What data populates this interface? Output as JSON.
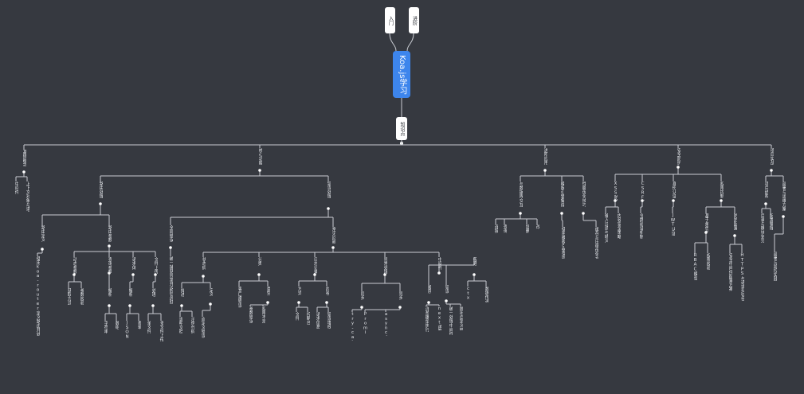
{
  "root": {
    "label": "Koa.js学习"
  },
  "top_notes": [
    {
      "id": "note-left",
      "label": "入门"
    },
    {
      "id": "note-right",
      "label": "进阶"
    }
  ],
  "hub": {
    "label": "知识点"
  },
  "nodes": [
    {
      "id": "b1",
      "label": "基础概念"
    },
    {
      "id": "b1a",
      "label": "中间件"
    },
    {
      "id": "b1b",
      "label": "上下文对象与请求响应"
    },
    {
      "id": "b2",
      "label": "核心功能"
    },
    {
      "id": "b2a",
      "label": "路由处理"
    },
    {
      "id": "b2a1",
      "label": "路由定义"
    },
    {
      "id": "b2a1x",
      "label": "使用koa-router定义路由并处理请求参数与响应"
    },
    {
      "id": "b2a2",
      "label": "路由参数"
    },
    {
      "id": "b2a2a",
      "label": "动态参数"
    },
    {
      "id": "b2a2a1",
      "label": "获取方式"
    },
    {
      "id": "b2a2a2",
      "label": "参数校验"
    },
    {
      "id": "b2a2b",
      "label": "查询参数"
    },
    {
      "id": "b2a2b1",
      "label": "解析"
    },
    {
      "id": "b2a2b1a",
      "label": "字符串"
    },
    {
      "id": "b2a2b1b",
      "label": "数组"
    },
    {
      "id": "b2a2c",
      "label": "请求体"
    },
    {
      "id": "b2a2c1",
      "label": "解析"
    },
    {
      "id": "b2a2c1a",
      "label": "JSON"
    },
    {
      "id": "b2a2c1b",
      "label": "表单"
    },
    {
      "id": "b2a2d",
      "label": "文件上传"
    },
    {
      "id": "b2a2d1",
      "label": "处理"
    },
    {
      "id": "b2a2d1a",
      "label": "单文件"
    },
    {
      "id": "b2a2d1b",
      "label": "多文件上传处理"
    },
    {
      "id": "b2b",
      "label": "错误处理"
    },
    {
      "id": "b2b1",
      "label": "全局错误"
    },
    {
      "id": "b2b1x",
      "label": "统一捕获异常并返回友好信息"
    },
    {
      "id": "b2b2",
      "label": "常见问题"
    },
    {
      "id": "b2b2a",
      "label": "状态码"
    },
    {
      "id": "b2b2a1",
      "label": "描述"
    },
    {
      "id": "b2b2a1a",
      "label": "说明文档"
    },
    {
      "id": "b2b2a1b",
      "label": "示例代码"
    },
    {
      "id": "b2b2a1c",
      "label": "返回格式"
    },
    {
      "id": "b2b2a1d",
      "label": "错误码表"
    },
    {
      "id": "b2b2a2",
      "label": "定义"
    },
    {
      "id": "b2b2a2a",
      "label": "自定义错误"
    },
    {
      "id": "b2b2b",
      "label": "分类"
    },
    {
      "id": "b2b2b1",
      "label": "客户端错误"
    },
    {
      "id": "b2b2b2",
      "label": "类型"
    },
    {
      "id": "b2b2b2a",
      "label": "参数错误"
    },
    {
      "id": "b2b2b2b",
      "label": "权限不足"
    },
    {
      "id": "b2b2c",
      "label": "日志记录"
    },
    {
      "id": "b2b2c1",
      "label": "方式"
    },
    {
      "id": "b2b2c1a",
      "label": "文件"
    },
    {
      "id": "b2b2c1b",
      "label": "控制台"
    },
    {
      "id": "b2b2c2",
      "label": "内容"
    },
    {
      "id": "b2b2c2a",
      "label": "请求信息"
    },
    {
      "id": "b2b2c2b",
      "label": "错误堆栈"
    },
    {
      "id": "b2b2d",
      "label": "异常处理"
    },
    {
      "id": "b2b2d1",
      "label": "同步"
    },
    {
      "id": "b2b2d1a",
      "label": "try-catch"
    },
    {
      "id": "b2b2d2",
      "label": "异步"
    },
    {
      "id": "b2b2d2a",
      "label": "Promise"
    },
    {
      "id": "b2b2d2b",
      "label": "async/await"
    },
    {
      "id": "b2b2e",
      "label": "中间件"
    },
    {
      "id": "b2b2e1",
      "label": "顺序"
    },
    {
      "id": "b2b2e1a",
      "label": "洋葱模型执行"
    },
    {
      "id": "b2b2e1b",
      "label": "next函数"
    },
    {
      "id": "b2b2e2",
      "label": "错误"
    },
    {
      "id": "b2b2e2a",
      "label": "统一处理中间件"
    },
    {
      "id": "b2b2e2b",
      "label": "抛出自定义错误"
    },
    {
      "id": "b2b2e3",
      "label": "传递"
    },
    {
      "id": "b2b2e3a",
      "label": "ctx.state共享"
    },
    {
      "id": "b2b2e3b",
      "label": "数据传递示例"
    },
    {
      "id": "b3",
      "label": "进阶应用"
    },
    {
      "id": "b3a",
      "label": "与数据库交互"
    },
    {
      "id": "b3a1",
      "label": "连接"
    },
    {
      "id": "b3a2",
      "label": "查询"
    },
    {
      "id": "b3a3",
      "label": "增删"
    },
    {
      "id": "b3a4",
      "label": "改"
    },
    {
      "id": "b3b",
      "label": "模板引擎集成"
    },
    {
      "id": "b3b1",
      "label": "使用模板引擎渲染页面"
    },
    {
      "id": "b3c",
      "label": "性能优化技巧"
    },
    {
      "id": "b3c1",
      "label": "缓存与压缩优化方案"
    },
    {
      "id": "b4",
      "label": "安全防护"
    },
    {
      "id": "b4a",
      "label": "XSS防护"
    },
    {
      "id": "b4a1",
      "label": "输入过滤与转义"
    },
    {
      "id": "b4a2",
      "label": "内容安全策略"
    },
    {
      "id": "b4b",
      "label": "CSRF防护"
    },
    {
      "id": "b4b1",
      "label": "令牌验证机制"
    },
    {
      "id": "b4c",
      "label": "身份认证"
    },
    {
      "id": "b4c1",
      "label": "JWT认证"
    },
    {
      "id": "b4d",
      "label": "权限控制"
    },
    {
      "id": "b4d1",
      "label": "基于角色的访问"
    },
    {
      "id": "b4d1a",
      "label": "RBAC模型"
    },
    {
      "id": "b4d1b",
      "label": "权限校验"
    },
    {
      "id": "b4d2",
      "label": "防护配置"
    },
    {
      "id": "b4d2a",
      "label": "安全中间件配置方案"
    },
    {
      "id": "b4d2b",
      "label": "HTTPS与请求头安全设置"
    },
    {
      "id": "b5",
      "label": "项目实战"
    },
    {
      "id": "b5a",
      "label": "项目结构"
    },
    {
      "id": "b5a1",
      "label": "目录与模块划分"
    },
    {
      "id": "b5a2",
      "label": "配置管理"
    },
    {
      "id": "b5b",
      "label": "部署与运维方案"
    },
    {
      "id": "b5b1",
      "label": "部署与监控实践"
    }
  ]
}
